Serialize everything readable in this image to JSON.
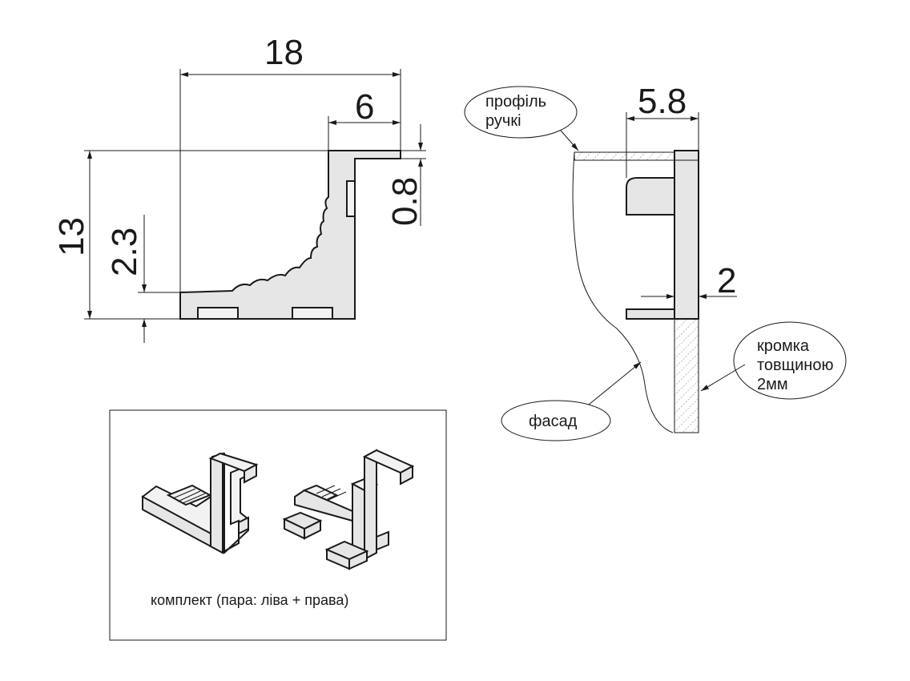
{
  "dimensions": {
    "width_total": "18",
    "width_top": "6",
    "height_total": "13",
    "height_base": "2.3",
    "thickness": "0.8",
    "profile_width": "5.8",
    "gap": "2"
  },
  "labels": {
    "profile": [
      "профіль",
      "ручкі"
    ],
    "facade": "фасад",
    "edge": [
      "кромка",
      "товщиною",
      "2мм"
    ]
  },
  "caption": "комплект (пара: ліва + права)"
}
